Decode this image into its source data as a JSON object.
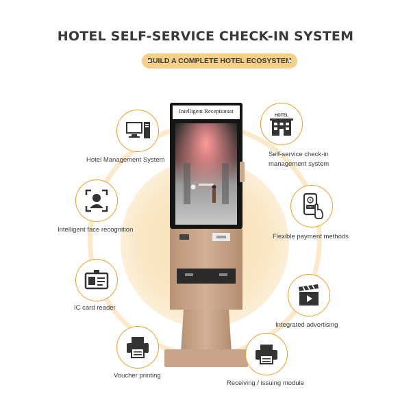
{
  "header": {
    "title": "HOTEL SELF-SERVICE CHECK-IN SYSTEM",
    "subtitle": "BUILD A COMPLETE HOTEL ECOSYSTEM"
  },
  "kiosk": {
    "screen_header": "Intelligent Receptionist"
  },
  "features": {
    "hms": "Hotel Management System",
    "face": "Intelligent face recognition",
    "ic": "IC card reader",
    "voucher": "Voucher printing",
    "selfservice_line1": "Self-service check-in",
    "selfservice_line2": "management system",
    "payment": "Flexible payment methods",
    "advertising": "Integrated advertising",
    "receiving": "Receiving / issuing module"
  },
  "icons": {
    "hotel_sign": "HOTEL",
    "pay_sign": "PAY"
  },
  "colors": {
    "accent_orange": "#ee9b2b",
    "pill": "#f6cf86",
    "kiosk_body": "#c9a68a"
  }
}
